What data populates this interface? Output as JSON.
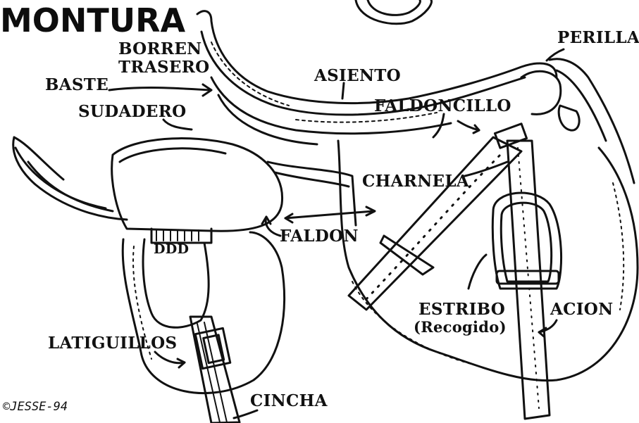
{
  "title": {
    "line1": "MONTURA"
  },
  "labels": {
    "borren_line1": "BORREN",
    "borren_line2": "TRASERO",
    "baste": "BASTE",
    "sudadero": "SUDADERO",
    "asiento": "ASIENTO",
    "faldoncillo": "FALDONCILLO",
    "perilla": "PERILLA",
    "charnela": "CHARNELA",
    "faldon": "FALDON",
    "estribo_line1": "ESTRIBO",
    "estribo_line2": "(Recogido)",
    "acion": "ACION",
    "latiguillos": "LATIGUILLOS",
    "cincha": "CINCHA",
    "billet_marks": "DDD"
  },
  "credit": "©JESSE-94",
  "colors": {
    "ink": "#111111",
    "paper": "#ffffff"
  }
}
